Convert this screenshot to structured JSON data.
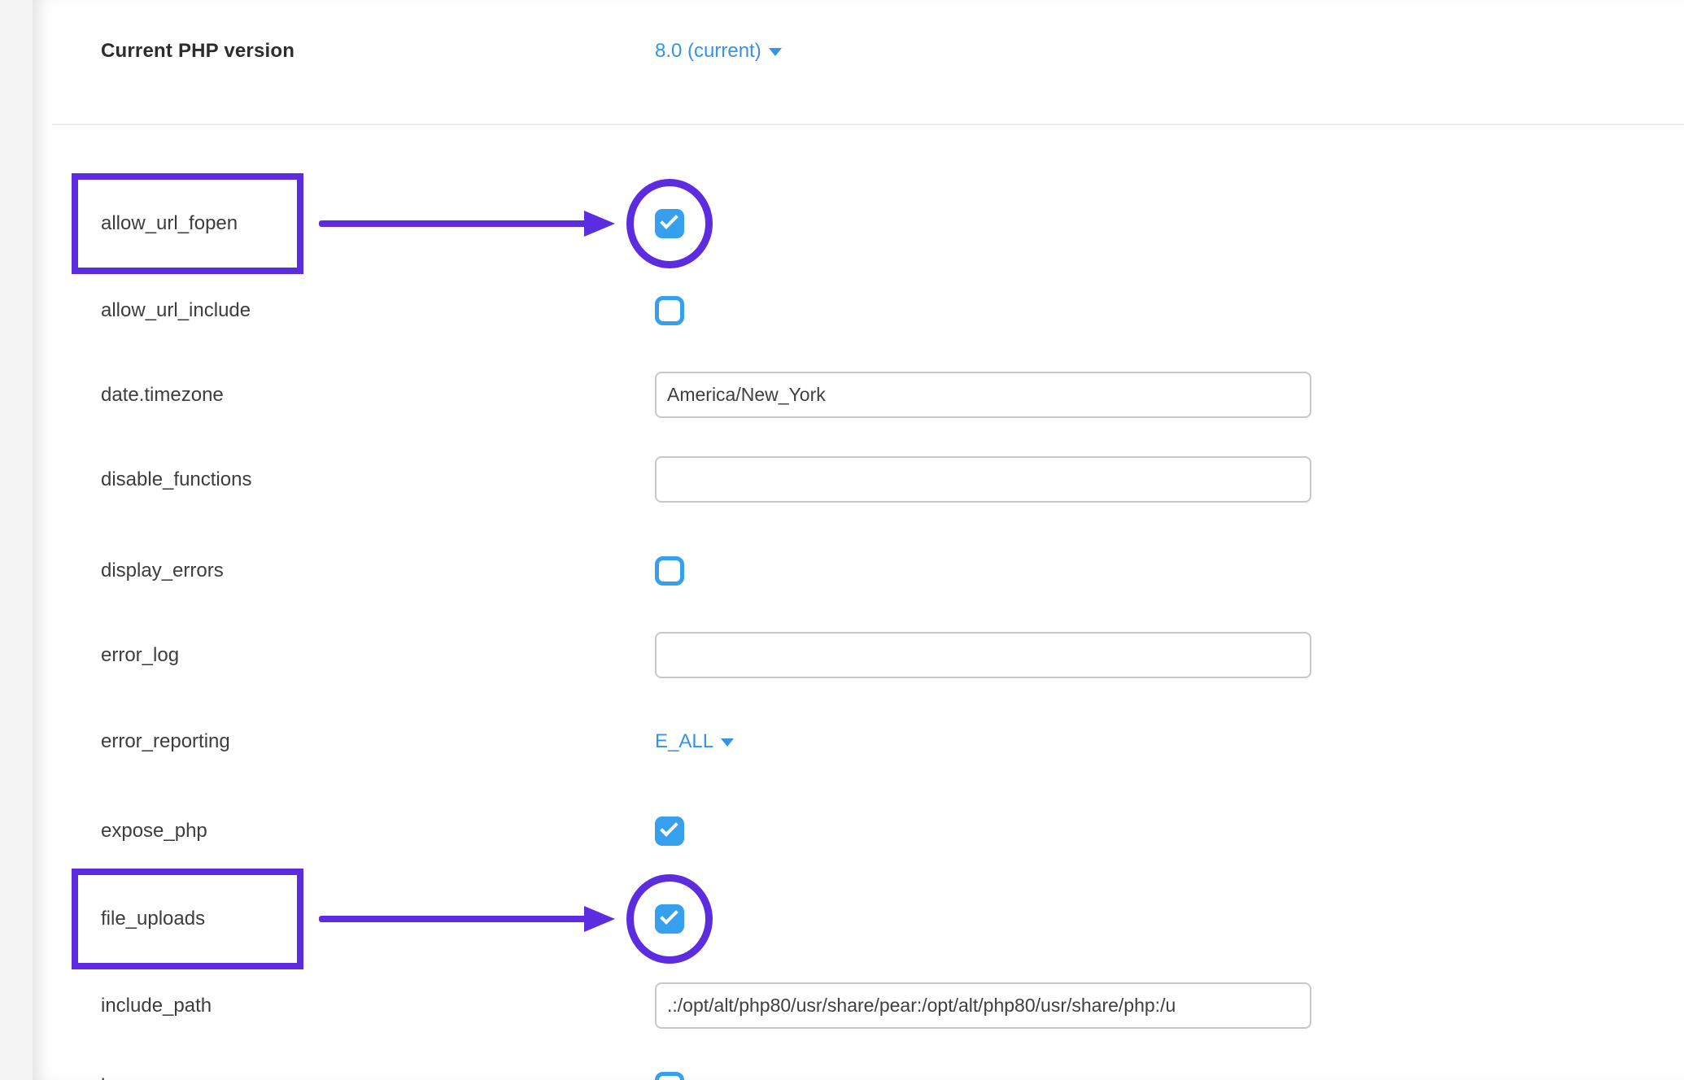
{
  "header": {
    "label": "Current PHP version",
    "value": "8.0 (current)"
  },
  "rows": [
    {
      "name": "allow_url_fopen",
      "type": "checkbox",
      "checked": true,
      "highlighted": true
    },
    {
      "name": "allow_url_include",
      "type": "checkbox",
      "checked": false,
      "highlighted": false
    },
    {
      "name": "date.timezone",
      "type": "text",
      "value": "America/New_York"
    },
    {
      "name": "disable_functions",
      "type": "text",
      "value": ""
    },
    {
      "name": "display_errors",
      "type": "checkbox",
      "checked": false,
      "highlighted": false
    },
    {
      "name": "error_log",
      "type": "text",
      "value": ""
    },
    {
      "name": "error_reporting",
      "type": "dropdown",
      "value": "E_ALL"
    },
    {
      "name": "expose_php",
      "type": "checkbox",
      "checked": true,
      "highlighted": false
    },
    {
      "name": "file_uploads",
      "type": "checkbox",
      "checked": true,
      "highlighted": true
    },
    {
      "name": "include_path",
      "type": "text",
      "value": ".:/opt/alt/php80/usr/share/pear:/opt/alt/php80/usr/share/php:/u"
    },
    {
      "name": "log_errors",
      "type": "checkbox",
      "checked": false,
      "highlighted": false,
      "clipped": true
    }
  ],
  "icons": {
    "caret": "caret-down-icon",
    "check": "checkmark-icon"
  },
  "colors": {
    "annotation_purple": "#5c2ce0",
    "link_blue": "#3594e4",
    "checkbox_blue": "#36a0ee",
    "page_background": "#f3f3f4",
    "label_text": "#3d3d3d"
  }
}
